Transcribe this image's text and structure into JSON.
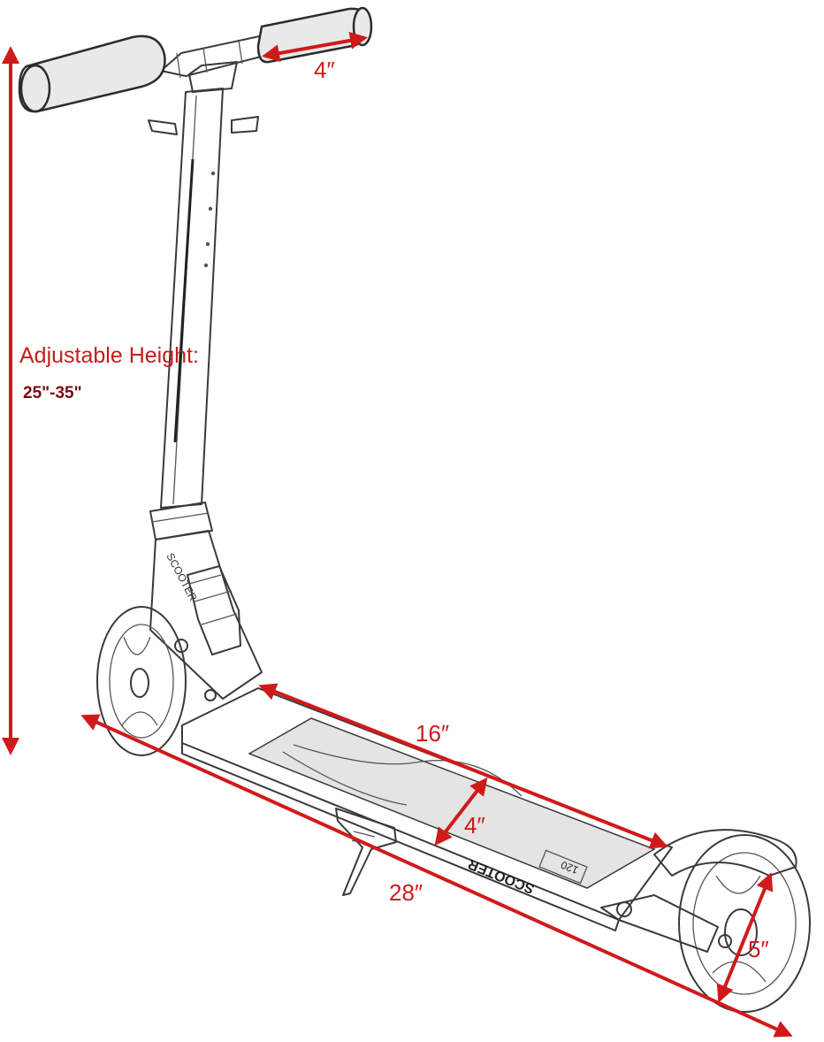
{
  "colors": {
    "dimension": "#d01a1a",
    "height_label": "#c41c1c",
    "range_label": "#7a0d0d",
    "sketch": "#3a3a3a"
  },
  "labels": {
    "handle_width": "4″",
    "height_title": "Adjustable Height:",
    "height_range": "25\"-35\"",
    "deck_length": "16″",
    "deck_width": "4″",
    "total_length": "28″",
    "wheel_size": "5″",
    "deck_brand": "SCOOTER",
    "deck_model": "120",
    "stem_brand": "SCOOTER"
  }
}
